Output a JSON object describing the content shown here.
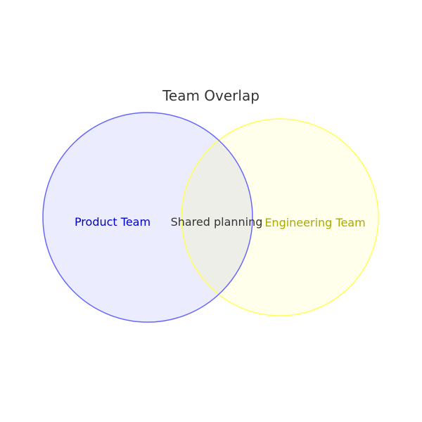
{
  "title": "Team Overlap",
  "sets": [
    {
      "label": "Product Team",
      "fill": "#ECECFF",
      "stroke": "#6666FF",
      "text_color": "#0000CC"
    },
    {
      "label": "Engineering Team",
      "fill": "#FFFFEB",
      "stroke": "#FFFF55",
      "text_color": "#AAAA00"
    }
  ],
  "intersection": {
    "label": "Shared planning",
    "fill": "#EEEEE8",
    "text_color": "#333333"
  }
}
